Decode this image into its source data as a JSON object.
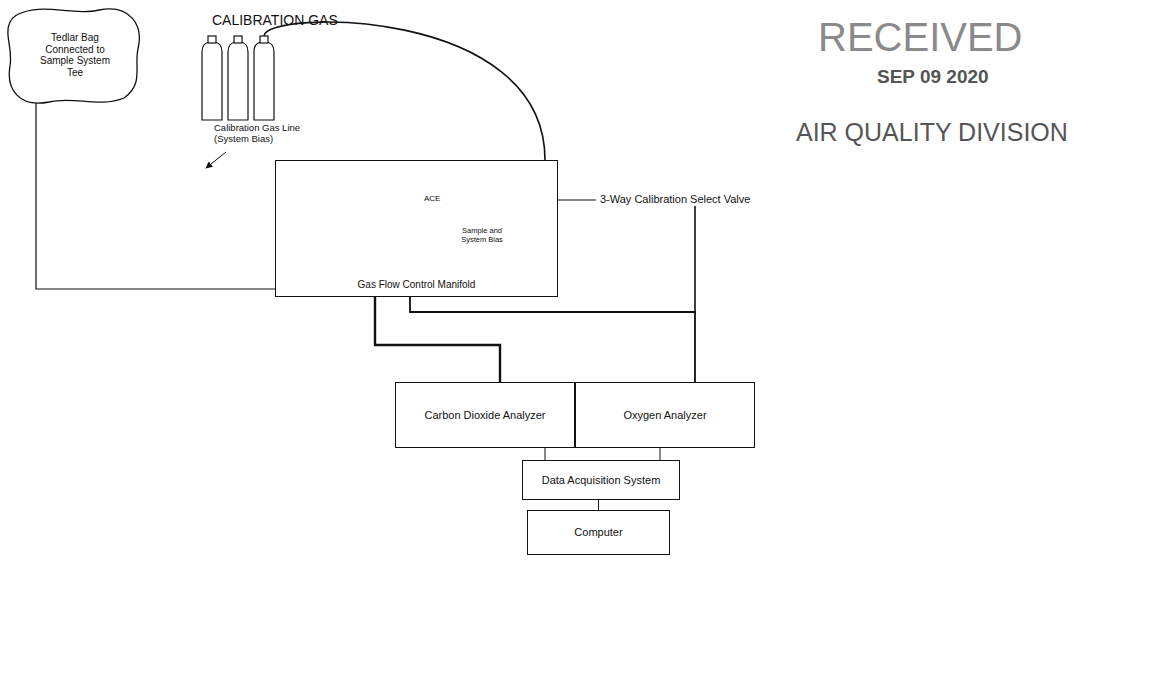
{
  "diagram": {
    "nodes": [
      {
        "text": [
          "Tedlar Bag Connected to Sample System Tee"
        ]
      },
      {
        "text": [
          "Gas Flow Control Manifold"
        ]
      },
      {
        "text": [
          "Carbon Dioxide Analyzer"
        ]
      },
      {
        "text": [
          "Oxygen Analyzer"
        ]
      },
      {
        "text": [
          "Data Acquisition System"
        ]
      },
      {
        "text": [
          "Computer"
        ]
      }
    ],
    "edges": [
      {
        "from": 0,
        "to": 1,
        "arrow": "none"
      },
      {
        "from": 1,
        "to": 2,
        "arrow": "none"
      },
      {
        "from": 1,
        "to": 3,
        "arrow": "none"
      },
      {
        "from": 2,
        "to": 4,
        "arrow": "none"
      },
      {
        "from": 3,
        "to": 4,
        "arrow": "none"
      },
      {
        "from": 4,
        "to": 5,
        "arrow": "none"
      }
    ],
    "labels": [
      "CALIBRATION GAS",
      "Calibration Gas Line (System Bias)",
      "ACE",
      "Sample and System Bias",
      "3-Way Calibration Select Valve",
      "RECEIVED",
      "SEP 09 2020",
      "AIR QUALITY DIVISION"
    ]
  }
}
